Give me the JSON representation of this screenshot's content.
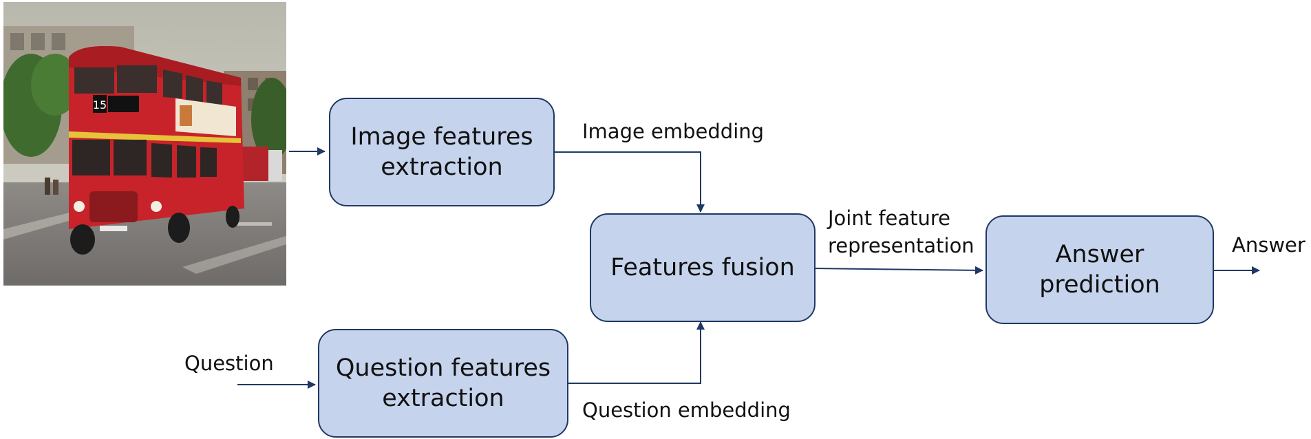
{
  "diagram": {
    "boxes": {
      "image_features": "Image features\nextraction",
      "question_features": "Question features\nextraction",
      "fusion": "Features fusion",
      "answer": "Answer\nprediction"
    },
    "labels": {
      "image_embedding": "Image embedding",
      "question_embedding": "Question embedding",
      "joint": "Joint feature\nrepresentation",
      "question": "Question",
      "answer": "Answer"
    },
    "colors": {
      "box_fill": "#c5d3ec",
      "box_border": "#1f3864",
      "arrow": "#1f3864"
    },
    "photo": {
      "bus_sign": "15",
      "icon": "red-double-decker-bus-photo"
    }
  }
}
